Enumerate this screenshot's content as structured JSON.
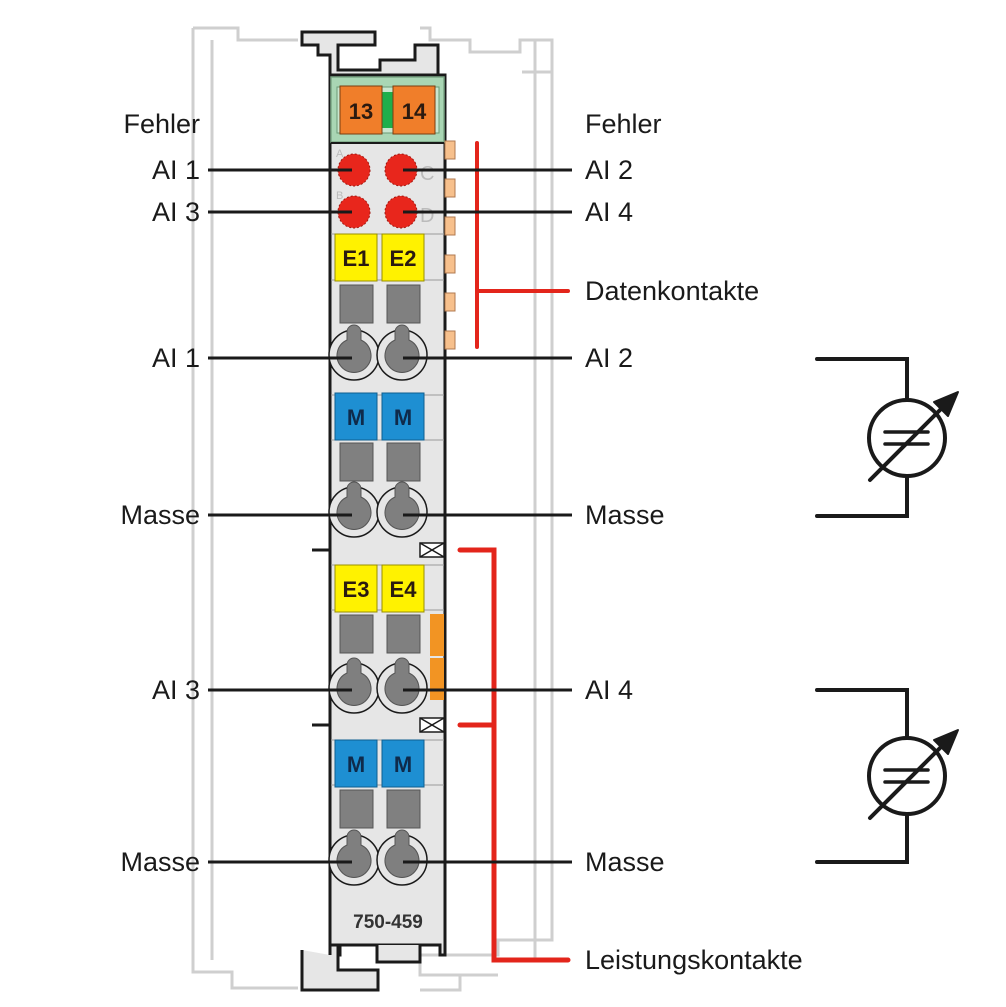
{
  "diagram": {
    "part_number": "750-459",
    "colors": {
      "rail": "#cccccc",
      "housing": "#e6e6e6",
      "outline": "#1a1a1a",
      "header_green": "#a9d6b4",
      "terminal_orange": "#f07e2a",
      "led_red": "#e8261c",
      "marker_yellow": "#fff200",
      "marker_blue": "#1e8fd2",
      "data_contact": "#f7c08c",
      "power_contact": "#f29423",
      "red_bracket": "#e3251b",
      "slot_gray": "#808080"
    },
    "top_terminals": [
      {
        "label": "13"
      },
      {
        "label": "14"
      }
    ],
    "leds": [
      {
        "letter": "A",
        "signal": "AI 1"
      },
      {
        "letter": "C",
        "signal": "AI 2"
      },
      {
        "letter": "B",
        "signal": "AI 3"
      },
      {
        "letter": "D",
        "signal": "AI 4"
      }
    ],
    "markers": {
      "row1": [
        "E1",
        "E2"
      ],
      "row2": [
        "M",
        "M"
      ],
      "row3": [
        "E3",
        "E4"
      ],
      "row4": [
        "M",
        "M"
      ]
    },
    "left_labels": {
      "fehler": "Fehler",
      "led_ai1": "AI 1",
      "led_ai3": "AI 3",
      "clamp_ai1": "AI 1",
      "masse1": "Masse",
      "clamp_ai3": "AI 3",
      "masse2": "Masse"
    },
    "right_labels": {
      "fehler": "Fehler",
      "led_ai2": "AI 2",
      "led_ai4": "AI 4",
      "datenkontakte": "Datenkontakte",
      "clamp_ai2": "AI 2",
      "masse1": "Masse",
      "clamp_ai4": "AI 4",
      "masse2": "Masse",
      "leistungskontakte": "Leistungskontakte"
    },
    "sensor_symbols": [
      {
        "type": "variable-current-source",
        "name": "sensor-1"
      },
      {
        "type": "variable-current-source",
        "name": "sensor-2"
      }
    ]
  }
}
